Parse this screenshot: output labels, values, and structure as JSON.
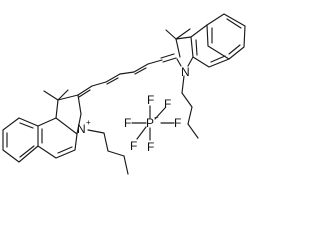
{
  "structure": {
    "upper_nitrogen": "N",
    "lower_nitrogen": "N",
    "lower_nitrogen_charge": "+",
    "counterion": {
      "phosphorus": "P",
      "phosphorus_charge": "−",
      "fluorines": [
        "F",
        "F",
        "F",
        "F",
        "F",
        "F"
      ]
    }
  },
  "colors": {
    "bond": "#1a1a1a",
    "text": "#111111",
    "background": "#ffffff"
  }
}
